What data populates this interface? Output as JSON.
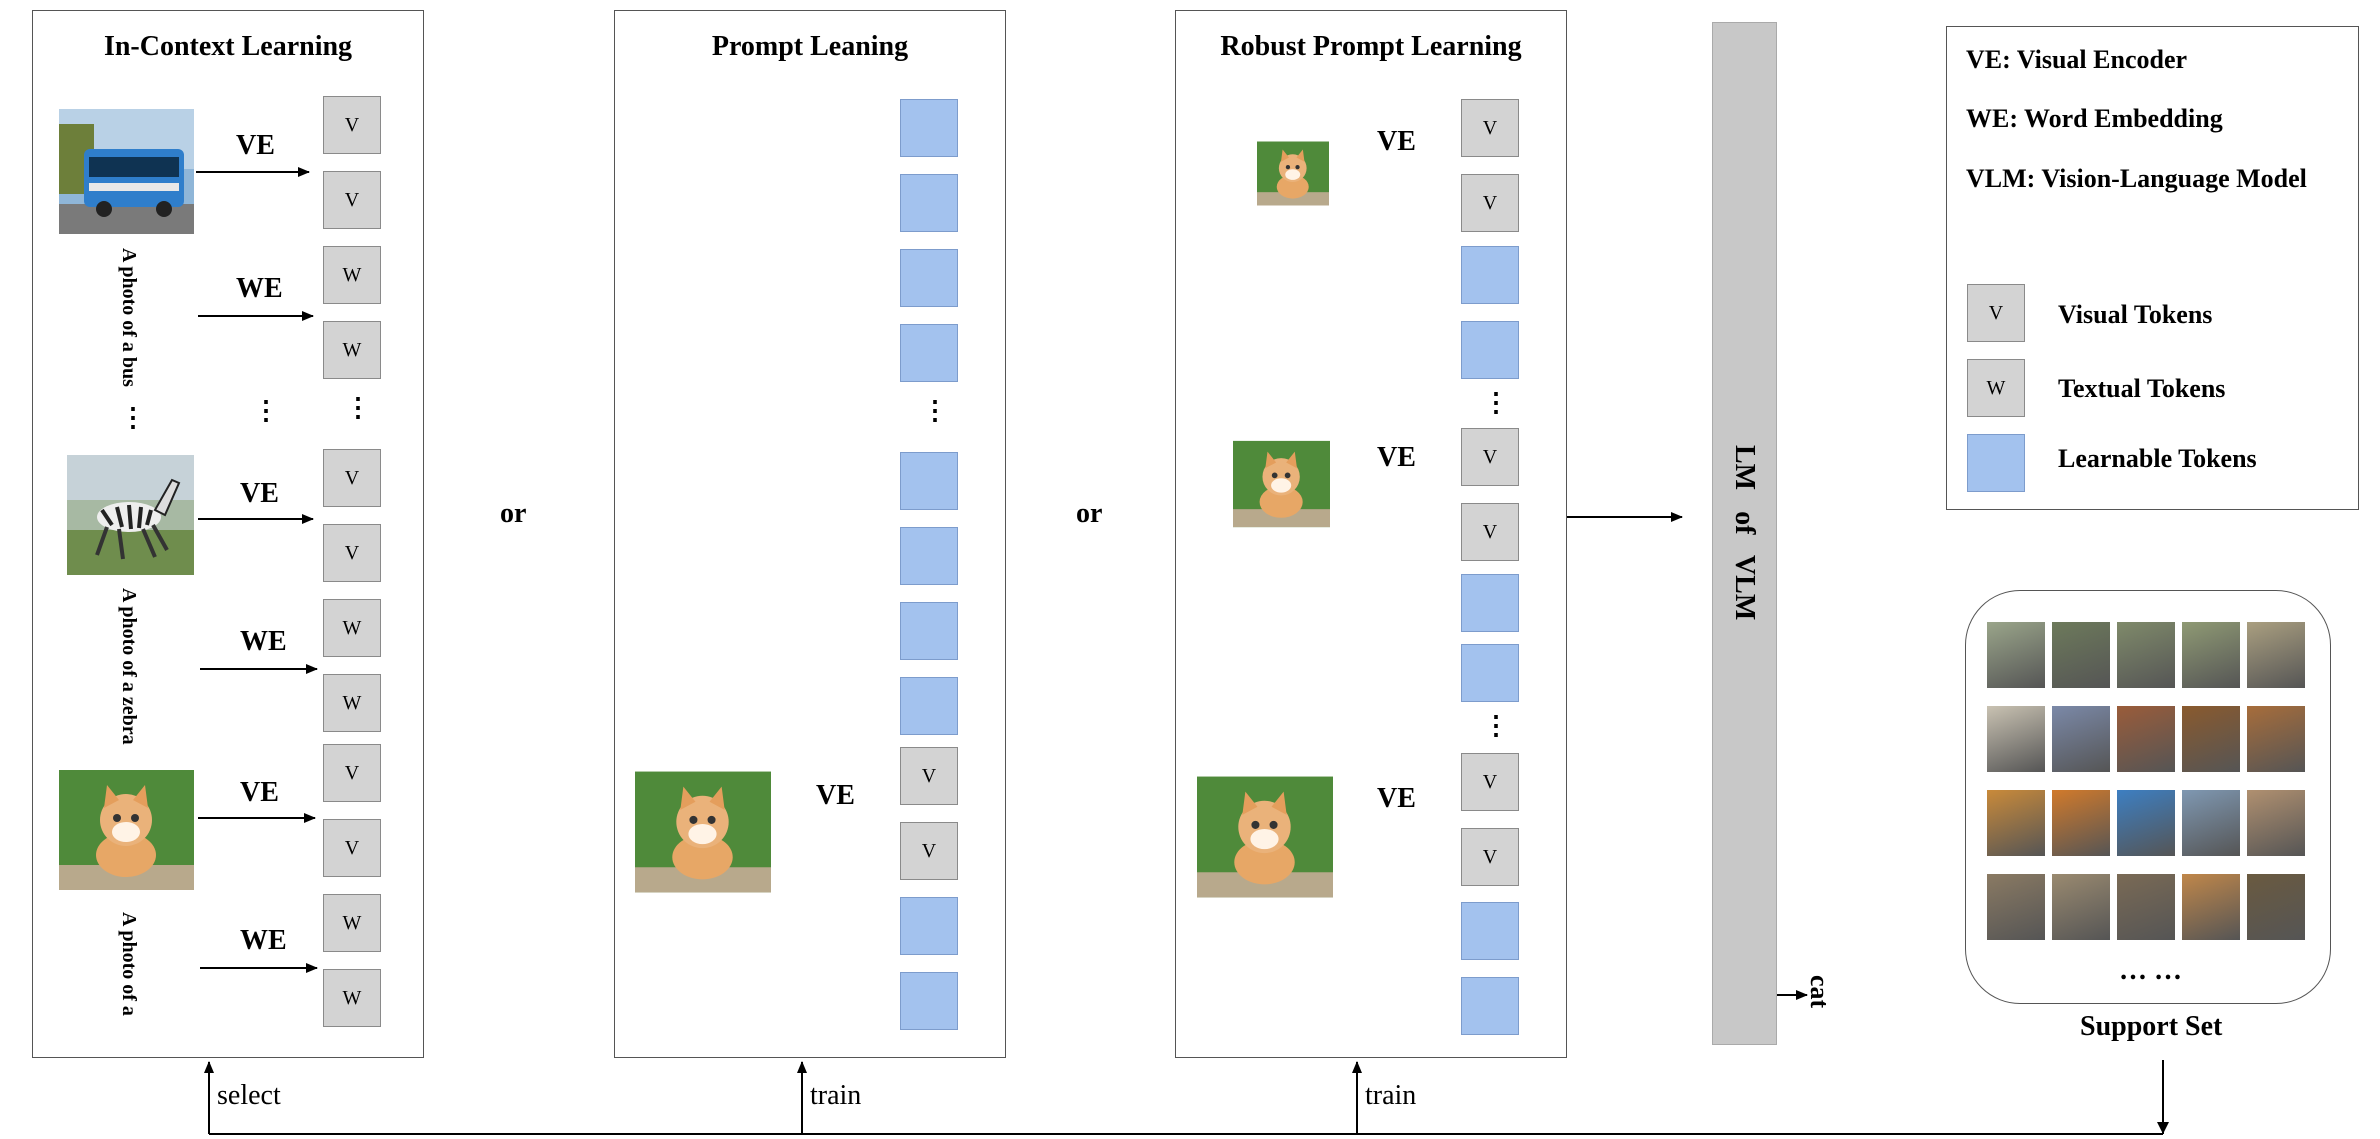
{
  "panels": {
    "icl": {
      "title": "In-Context Learning",
      "captions": [
        "A photo of a bus",
        "A photo of a zebra",
        "A photo of a"
      ]
    },
    "prompt": {
      "title": "Prompt Leaning"
    },
    "robust": {
      "title": "Robust Prompt Learning"
    }
  },
  "labels": {
    "ve": "VE",
    "we": "WE",
    "or": "or",
    "vdots": "⋮",
    "token_v": "V",
    "token_w": "W",
    "lm": "LM   of   VLM",
    "output": "cat",
    "support_dots": "… …",
    "support_set": "Support Set",
    "select": "select",
    "train": "train"
  },
  "legend": {
    "ve": "VE: Visual Encoder",
    "we": "WE: Word Embedding",
    "vlm": "VLM: Vision-Language Model",
    "visual_tokens": "Visual Tokens",
    "textual_tokens": "Textual Tokens",
    "learnable_tokens": "Learnable Tokens"
  },
  "colors": {
    "token_gray": "#d3d3d3",
    "learnable_blue": "#a3c2ee",
    "lm_bar": "#c8c8c8"
  }
}
